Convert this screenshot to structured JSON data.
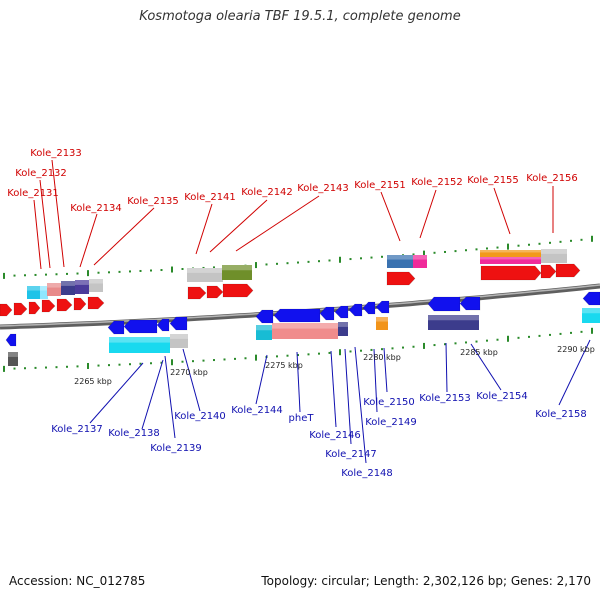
{
  "title": "Kosmotoga olearia TBF 19.5.1, complete genome",
  "footer": {
    "accession": "Accession: NC_012785",
    "topology": "Topology: circular; Length: 2,302,126 bp; Genes: 2,170"
  },
  "colors": {
    "forward": "#ee1111",
    "reverse": "#1111ee",
    "top_label": "#d00000",
    "bottom_label": "#1010b0",
    "tick": "#2a8a2a",
    "backbone": "#8c8c8c"
  },
  "ruler_labels": [
    "2265 kbp",
    "2270 kbp",
    "2275 kbp",
    "2280 kbp",
    "2285 kbp",
    "2290 kbp"
  ],
  "top_labels": [
    "Kole_2133",
    "Kole_2132",
    "Kole_2131",
    "Kole_2134",
    "Kole_2135",
    "Kole_2141",
    "Kole_2142",
    "Kole_2143",
    "Kole_2151",
    "Kole_2152",
    "Kole_2155",
    "Kole_2156"
  ],
  "bottom_labels": [
    "Kole_2137",
    "Kole_2138",
    "Kole_2139",
    "Kole_2140",
    "Kole_2144",
    "pheT",
    "Kole_2146",
    "Kole_2147",
    "Kole_2148",
    "Kole_2149",
    "Kole_2150",
    "Kole_2153",
    "Kole_2154",
    "Kole_2158"
  ]
}
